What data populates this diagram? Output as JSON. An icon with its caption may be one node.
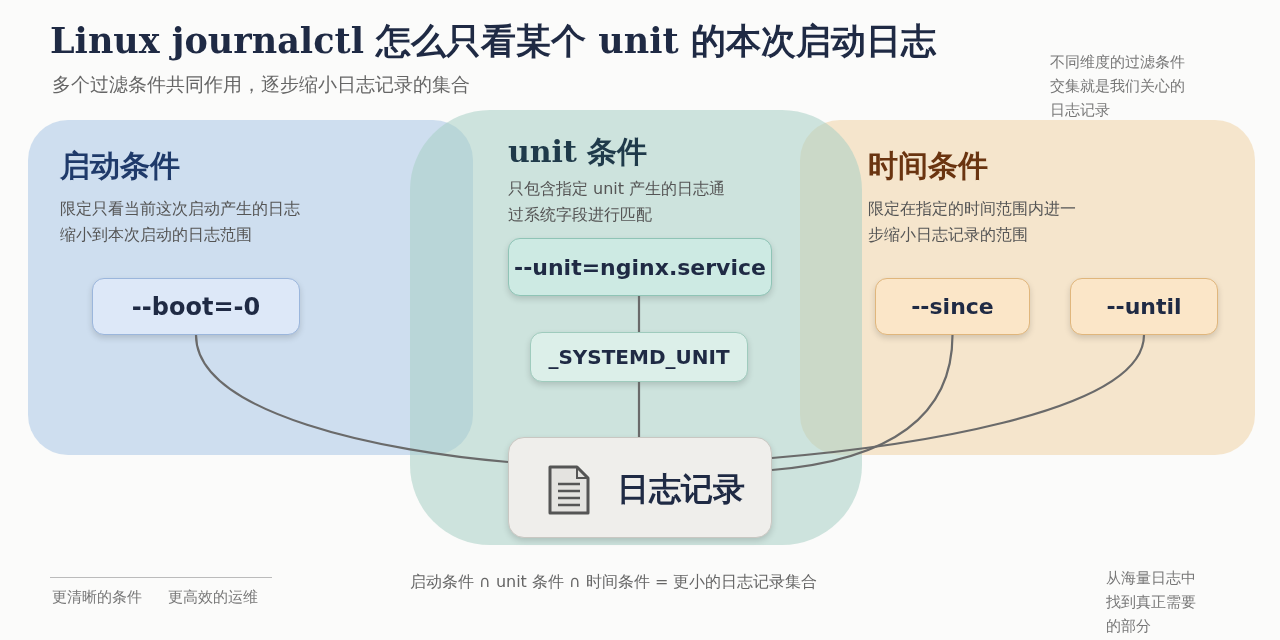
{
  "diagram": {
    "title": "Linux journalctl 怎么只看某个 unit 的本次启动日志",
    "nodes": [
      {
        "text": [
          "启动条件",
          "限定只看当前这次启动产生的日志缩小到本次启动的日志范围"
        ]
      },
      {
        "text": [
          "unit 条件",
          "只包含指定 unit 产生的日志通过系统字段进行匹配"
        ]
      },
      {
        "text": [
          "时间条件",
          "限定在指定的时间范围内进一步缩小日志记录的范围"
        ]
      },
      {
        "text": [
          "--boot=-0"
        ],
        "in": 0
      },
      {
        "text": [
          "--unit=nginx.service"
        ],
        "in": 1
      },
      {
        "text": [
          "_SYSTEMD_UNIT"
        ],
        "in": 1
      },
      {
        "text": [
          "--since"
        ],
        "in": 2
      },
      {
        "text": [
          "--until"
        ],
        "in": 2
      },
      {
        "text": [
          "日志记录"
        ],
        "in": 1
      }
    ],
    "edges": [
      {
        "from": 3,
        "to": 8,
        "arrow": "none"
      },
      {
        "from": 4,
        "to": 5,
        "arrow": "none"
      },
      {
        "from": 5,
        "to": 8,
        "arrow": "none"
      },
      {
        "from": 6,
        "to": 8,
        "arrow": "none"
      },
      {
        "from": 7,
        "to": 8,
        "arrow": "none"
      }
    ],
    "labels": [
      "多个过滤条件共同作用，逐步缩小日志记录的集合",
      "不同维度的过滤条件交集就是我们关心的日志记录",
      "更清晰的条件",
      "更高效的运维",
      "启动条件 ∩ unit 条件 ∩ 时间条件 = 更小的日志记录集合",
      "从海量日志中找到真正需要的部分"
    ]
  }
}
